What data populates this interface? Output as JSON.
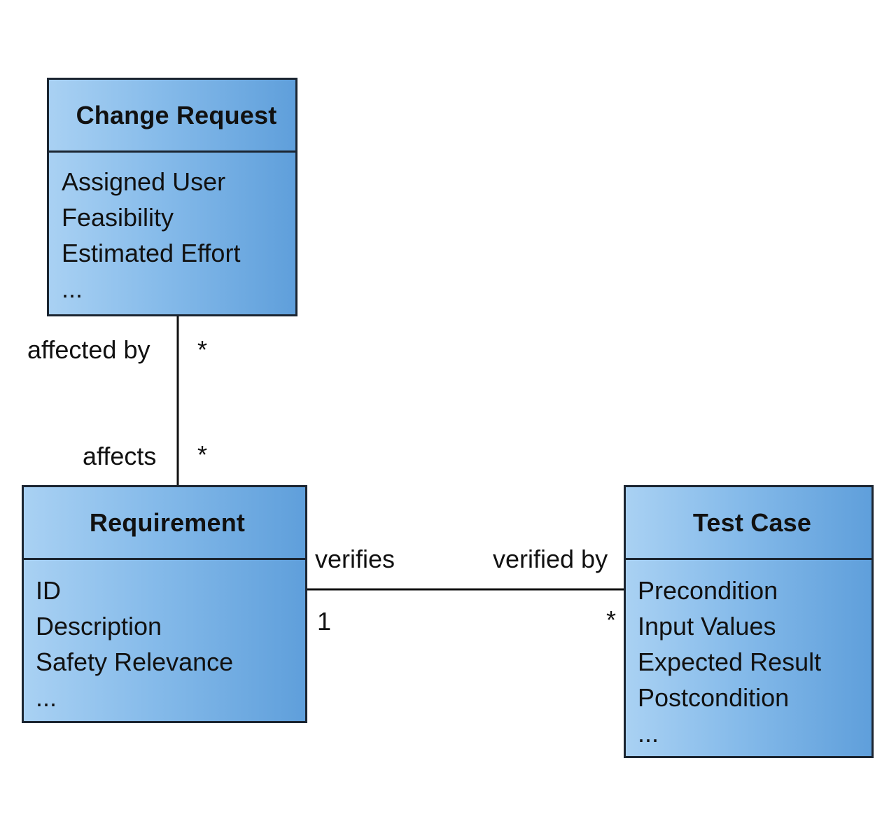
{
  "classes": {
    "change_request": {
      "title": "Change Request",
      "attributes": [
        "Assigned User",
        "Feasibility",
        "Estimated Effort",
        "..."
      ]
    },
    "requirement": {
      "title": "Requirement",
      "attributes": [
        "ID",
        "Description",
        "Safety Relevance",
        "..."
      ]
    },
    "test_case": {
      "title": "Test Case",
      "attributes": [
        "Precondition",
        "Input Values",
        "Expected Result",
        "Postcondition",
        "..."
      ]
    }
  },
  "associations": {
    "change_request_requirement": {
      "role_top": "affected by",
      "multiplicity_top": "*",
      "role_bottom": "affects",
      "multiplicity_bottom": "*"
    },
    "requirement_test_case": {
      "role_left": "verifies",
      "multiplicity_left": "1",
      "role_right": "verified by",
      "multiplicity_right": "*"
    }
  },
  "colors": {
    "box_fill_light": "#a9d1f3",
    "box_fill_dark": "#5f9fdb",
    "border": "#1b2531"
  }
}
